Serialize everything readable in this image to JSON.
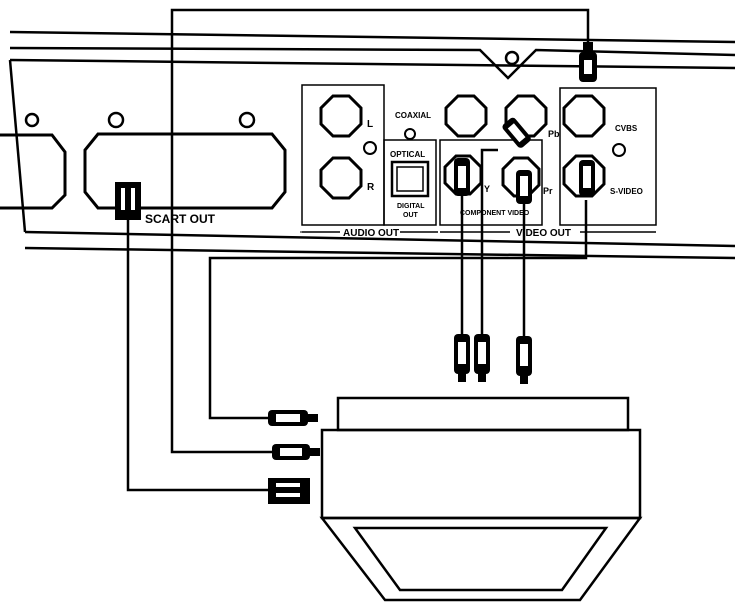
{
  "labels": {
    "audio_left": "L",
    "audio_right": "R",
    "coaxial": "COAXIAL",
    "optical": "OPTICAL",
    "digital_out_line1": "DIGITAL",
    "digital_out_line2": "OUT",
    "pb": "Pb",
    "pr": "Pr",
    "y": "Y",
    "cvbs": "CVBS",
    "s_video": "S-VIDEO",
    "component_video": "COMPONENT VIDEO",
    "audio_out": "AUDIO OUT",
    "video_out": "VIDEO OUT",
    "scart_out": "SCART OUT"
  },
  "colors": {
    "line": "#000000",
    "background": "#ffffff"
  }
}
